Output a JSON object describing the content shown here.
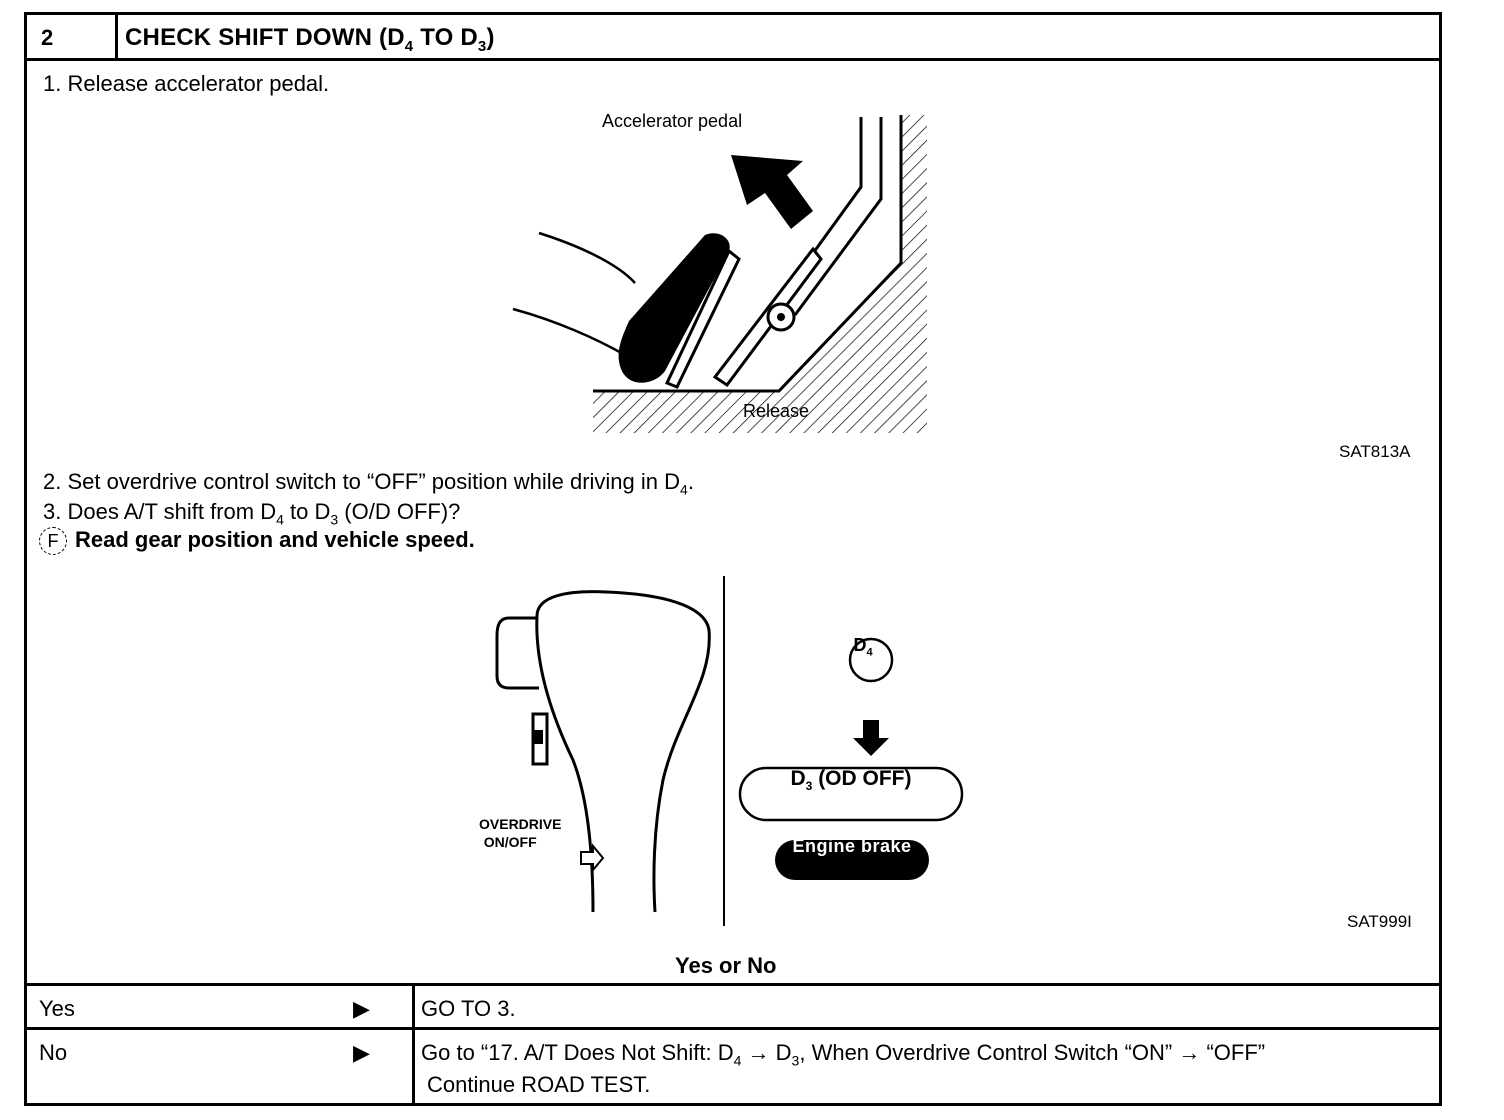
{
  "header": {
    "step_number": "2",
    "title_prefix": "CHECK SHIFT DOWN (D",
    "title_sub1": "4",
    "title_mid": " TO D",
    "title_sub2": "3",
    "title_suffix": ")"
  },
  "steps": {
    "s1": "1.  Release accelerator pedal.",
    "s2_prefix": "2.  Set overdrive control switch to “OFF” position while driving in D",
    "s2_sub": "4",
    "s2_suffix": ".",
    "s3_prefix": "3.  Does A/T shift from D",
    "s3_sub1": "4",
    "s3_mid": " to D",
    "s3_sub2": "3",
    "s3_suffix": " (O/D OFF)?",
    "s4_icon": "F",
    "s4": "Read gear position and vehicle speed."
  },
  "figure1": {
    "label_pedal": "Accelerator pedal",
    "label_release": "Release",
    "code": "SAT813A"
  },
  "figure2": {
    "overdrive_line1": "OVERDRIVE",
    "overdrive_line2": "ON/OFF",
    "d4_main": "D",
    "d4_sub": "4",
    "d3_main": "D",
    "d3_sub": "3",
    "d3_text": "(OD OFF)",
    "engine_brake": "Engine brake",
    "code": "SAT999I"
  },
  "results": {
    "heading": "Yes or No",
    "yes_key": "Yes",
    "yes_val": "GO TO 3.",
    "no_key": "No",
    "no_val_prefix": "Go to “17. A/T Does Not Shift: D",
    "no_val_sub1": "4",
    "no_val_mid": " → D",
    "no_val_sub2": "3",
    "no_val_suffix": ", When Overdrive Control Switch “ON” → “OFF”",
    "no_val_line2": "Continue ROAD TEST.",
    "arrow": "▶"
  },
  "icons": {
    "result_arrow": "right-triangle-icon",
    "diagnosis_icon": "consult-f-icon",
    "down_arrow": "down-arrow-icon"
  }
}
